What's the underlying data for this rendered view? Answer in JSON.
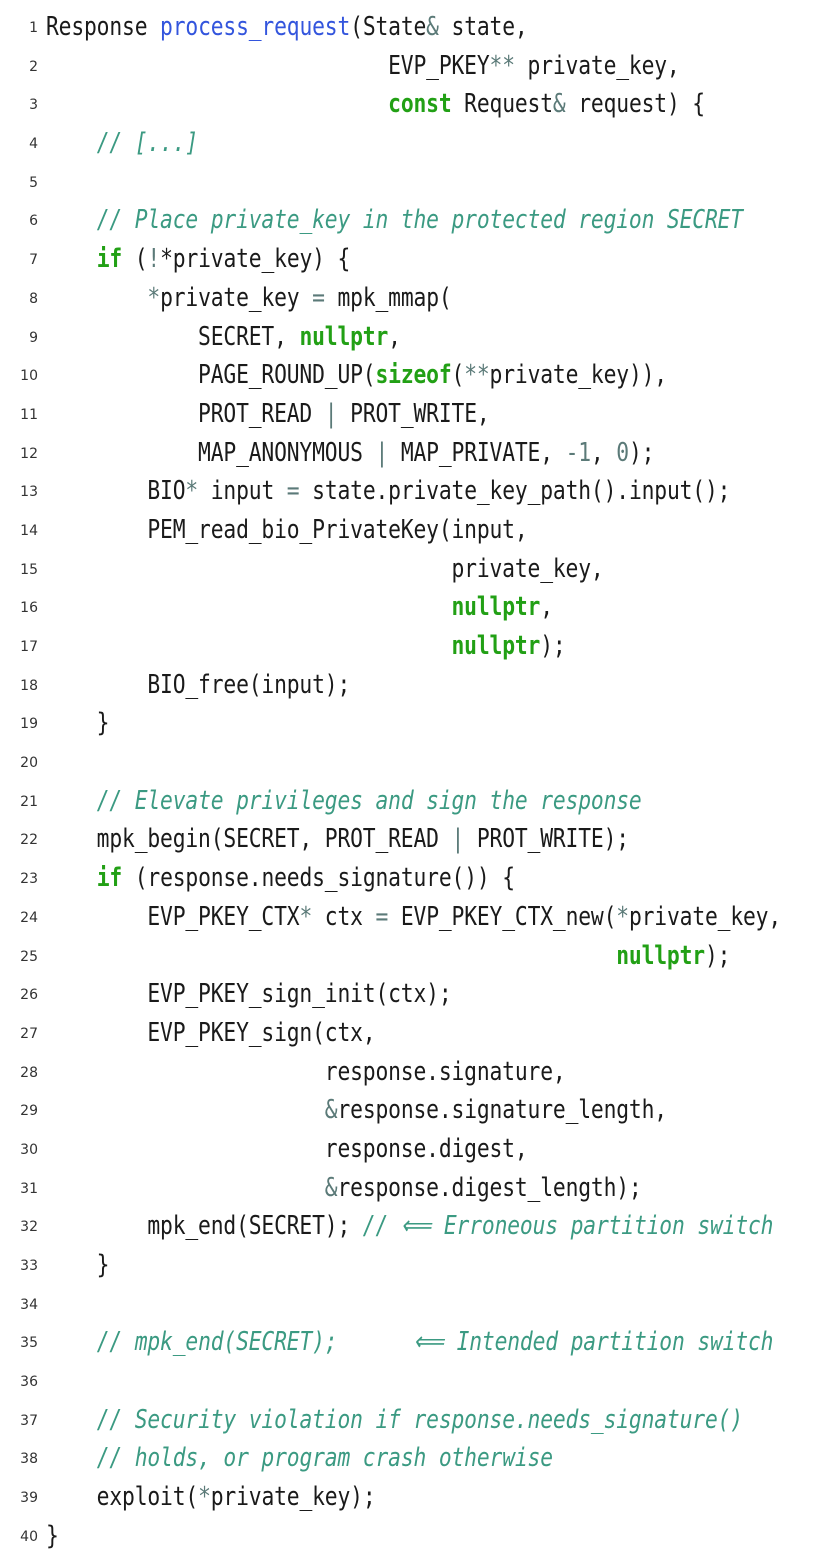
{
  "colors": {
    "keyword": "#22a015",
    "function_name": "#3355dd",
    "operator": "#5b7a78",
    "comment": "#3b9a82",
    "text": "#1a1a1a"
  },
  "lines": [
    {
      "n": "1",
      "tokens": [
        {
          "t": "Response "
        },
        {
          "t": "process_request",
          "c": "fn"
        },
        {
          "t": "(State"
        },
        {
          "t": "&",
          "c": "op"
        },
        {
          "t": " state,"
        }
      ]
    },
    {
      "n": "2",
      "tokens": [
        {
          "t": "                           EVP_PKEY"
        },
        {
          "t": "**",
          "c": "op"
        },
        {
          "t": " private_key,"
        }
      ]
    },
    {
      "n": "3",
      "tokens": [
        {
          "t": "                           "
        },
        {
          "t": "const",
          "c": "kw"
        },
        {
          "t": " Request"
        },
        {
          "t": "&",
          "c": "op"
        },
        {
          "t": " request) {"
        }
      ]
    },
    {
      "n": "4",
      "tokens": [
        {
          "t": "    "
        },
        {
          "t": "// [...]",
          "c": "cm"
        }
      ]
    },
    {
      "n": "5",
      "tokens": []
    },
    {
      "n": "6",
      "tokens": [
        {
          "t": "    "
        },
        {
          "t": "// Place private_key in the protected region SECRET",
          "c": "cm"
        }
      ]
    },
    {
      "n": "7",
      "tokens": [
        {
          "t": "    "
        },
        {
          "t": "if",
          "c": "kw"
        },
        {
          "t": " ("
        },
        {
          "t": "!",
          "c": "op"
        },
        {
          "t": "*private_key) {"
        }
      ]
    },
    {
      "n": "8",
      "tokens": [
        {
          "t": "        "
        },
        {
          "t": "*",
          "c": "op"
        },
        {
          "t": "private_key "
        },
        {
          "t": "=",
          "c": "op"
        },
        {
          "t": " mpk_mmap("
        }
      ]
    },
    {
      "n": "9",
      "tokens": [
        {
          "t": "            SECRET, "
        },
        {
          "t": "nullptr",
          "c": "kw"
        },
        {
          "t": ","
        }
      ]
    },
    {
      "n": "10",
      "tokens": [
        {
          "t": "            PAGE_ROUND_UP("
        },
        {
          "t": "sizeof",
          "c": "kw"
        },
        {
          "t": "("
        },
        {
          "t": "**",
          "c": "op"
        },
        {
          "t": "private_key)),"
        }
      ]
    },
    {
      "n": "11",
      "tokens": [
        {
          "t": "            PROT_READ "
        },
        {
          "t": "|",
          "c": "op"
        },
        {
          "t": " PROT_WRITE,"
        }
      ]
    },
    {
      "n": "12",
      "tokens": [
        {
          "t": "            MAP_ANONYMOUS "
        },
        {
          "t": "|",
          "c": "op"
        },
        {
          "t": " MAP_PRIVATE, "
        },
        {
          "t": "-1",
          "c": "num"
        },
        {
          "t": ", "
        },
        {
          "t": "0",
          "c": "num"
        },
        {
          "t": ");"
        }
      ]
    },
    {
      "n": "13",
      "tokens": [
        {
          "t": "        BIO"
        },
        {
          "t": "*",
          "c": "op"
        },
        {
          "t": " input "
        },
        {
          "t": "=",
          "c": "op"
        },
        {
          "t": " state.private_key_path().input();"
        }
      ]
    },
    {
      "n": "14",
      "tokens": [
        {
          "t": "        PEM_read_bio_PrivateKey(input,"
        }
      ]
    },
    {
      "n": "15",
      "tokens": [
        {
          "t": "                                private_key,"
        }
      ]
    },
    {
      "n": "16",
      "tokens": [
        {
          "t": "                                "
        },
        {
          "t": "nullptr",
          "c": "kw"
        },
        {
          "t": ","
        }
      ]
    },
    {
      "n": "17",
      "tokens": [
        {
          "t": "                                "
        },
        {
          "t": "nullptr",
          "c": "kw"
        },
        {
          "t": ");"
        }
      ]
    },
    {
      "n": "18",
      "tokens": [
        {
          "t": "        BIO_free(input);"
        }
      ]
    },
    {
      "n": "19",
      "tokens": [
        {
          "t": "    }"
        }
      ]
    },
    {
      "n": "20",
      "tokens": []
    },
    {
      "n": "21",
      "tokens": [
        {
          "t": "    "
        },
        {
          "t": "// Elevate privileges and sign the response",
          "c": "cm"
        }
      ]
    },
    {
      "n": "22",
      "tokens": [
        {
          "t": "    mpk_begin(SECRET, PROT_READ "
        },
        {
          "t": "|",
          "c": "op"
        },
        {
          "t": " PROT_WRITE);"
        }
      ]
    },
    {
      "n": "23",
      "tokens": [
        {
          "t": "    "
        },
        {
          "t": "if",
          "c": "kw"
        },
        {
          "t": " (response.needs_signature()) {"
        }
      ]
    },
    {
      "n": "24",
      "tokens": [
        {
          "t": "        EVP_PKEY_CTX"
        },
        {
          "t": "*",
          "c": "op"
        },
        {
          "t": " ctx "
        },
        {
          "t": "=",
          "c": "op"
        },
        {
          "t": " EVP_PKEY_CTX_new("
        },
        {
          "t": "*",
          "c": "op"
        },
        {
          "t": "private_key,"
        }
      ]
    },
    {
      "n": "25",
      "tokens": [
        {
          "t": "                                             "
        },
        {
          "t": "nullptr",
          "c": "kw"
        },
        {
          "t": ");"
        }
      ]
    },
    {
      "n": "26",
      "tokens": [
        {
          "t": "        EVP_PKEY_sign_init(ctx);"
        }
      ]
    },
    {
      "n": "27",
      "tokens": [
        {
          "t": "        EVP_PKEY_sign(ctx,"
        }
      ]
    },
    {
      "n": "28",
      "tokens": [
        {
          "t": "                      response.signature,"
        }
      ]
    },
    {
      "n": "29",
      "tokens": [
        {
          "t": "                      "
        },
        {
          "t": "&",
          "c": "op"
        },
        {
          "t": "response.signature_length,"
        }
      ]
    },
    {
      "n": "30",
      "tokens": [
        {
          "t": "                      response.digest,"
        }
      ]
    },
    {
      "n": "31",
      "tokens": [
        {
          "t": "                      "
        },
        {
          "t": "&",
          "c": "op"
        },
        {
          "t": "response.digest_length);"
        }
      ]
    },
    {
      "n": "32",
      "tokens": [
        {
          "t": "        mpk_end(SECRET); "
        },
        {
          "t": "// ⟸ Erroneous partition switch",
          "c": "cm"
        }
      ]
    },
    {
      "n": "33",
      "tokens": [
        {
          "t": "    }"
        }
      ]
    },
    {
      "n": "34",
      "tokens": []
    },
    {
      "n": "35",
      "tokens": [
        {
          "t": "    "
        },
        {
          "t": "// mpk_end(SECRET);      ⟸ Intended partition switch",
          "c": "cm"
        }
      ]
    },
    {
      "n": "36",
      "tokens": []
    },
    {
      "n": "37",
      "tokens": [
        {
          "t": "    "
        },
        {
          "t": "// Security violation if response.needs_signature()",
          "c": "cm"
        }
      ]
    },
    {
      "n": "38",
      "tokens": [
        {
          "t": "    "
        },
        {
          "t": "// holds, or program crash otherwise",
          "c": "cm"
        }
      ]
    },
    {
      "n": "39",
      "tokens": [
        {
          "t": "    exploit("
        },
        {
          "t": "*",
          "c": "op"
        },
        {
          "t": "private_key);"
        }
      ]
    },
    {
      "n": "40",
      "tokens": [
        {
          "t": "}"
        }
      ]
    }
  ]
}
